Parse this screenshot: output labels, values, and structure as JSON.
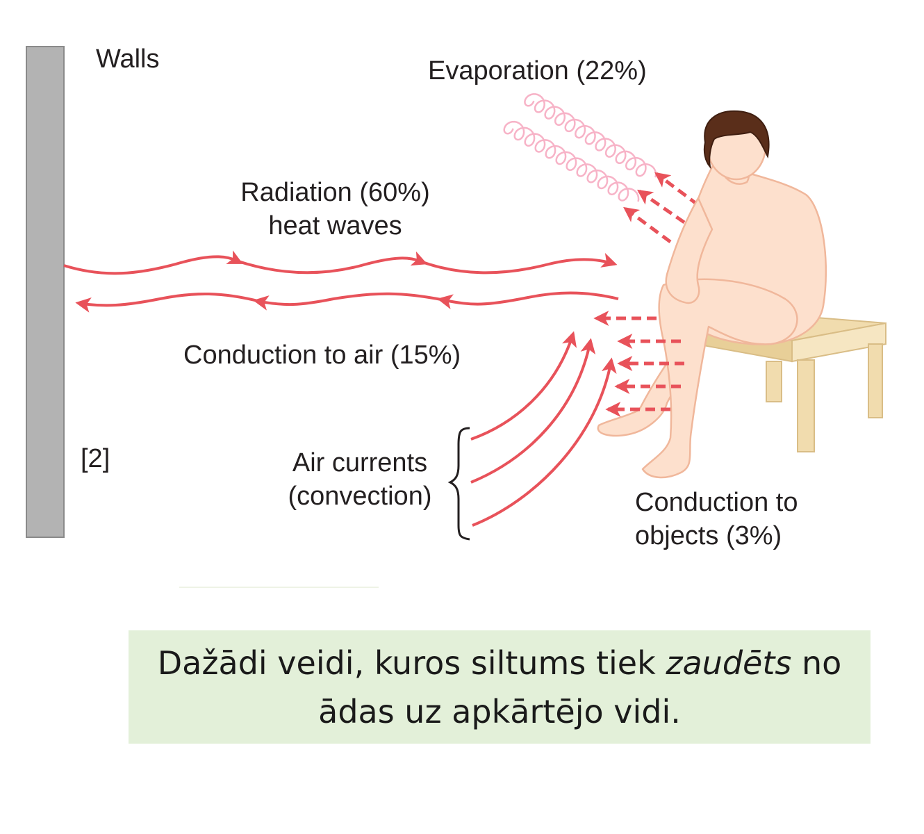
{
  "labels": {
    "walls": "Walls",
    "evaporation": "Evaporation (22%)",
    "radiation_line1": "Radiation (60%)",
    "radiation_line2": "heat waves",
    "conduction_air": "Conduction to air (15%)",
    "reference": "[2]",
    "air_currents_line1": "Air currents",
    "air_currents_line2": "(convection)",
    "conduction_objects_line1": "Conduction to",
    "conduction_objects_line2": "objects (3%)"
  },
  "caption": {
    "part1": "Dažādi veidi, kuros siltums tiek ",
    "emphasis": "zaudēts",
    "part2": " no",
    "line2": "ādas uz apkārtējo vidi."
  },
  "colors": {
    "arrow": "#e8525a",
    "wall": "#b3b3b3",
    "skin": "#fde0cd",
    "skin_stroke": "#f0b79b",
    "hair": "#5a2e1a",
    "stool": "#f1dcae",
    "vapor": "#f7b3c7",
    "caption_bg": "#e3f0d9"
  }
}
